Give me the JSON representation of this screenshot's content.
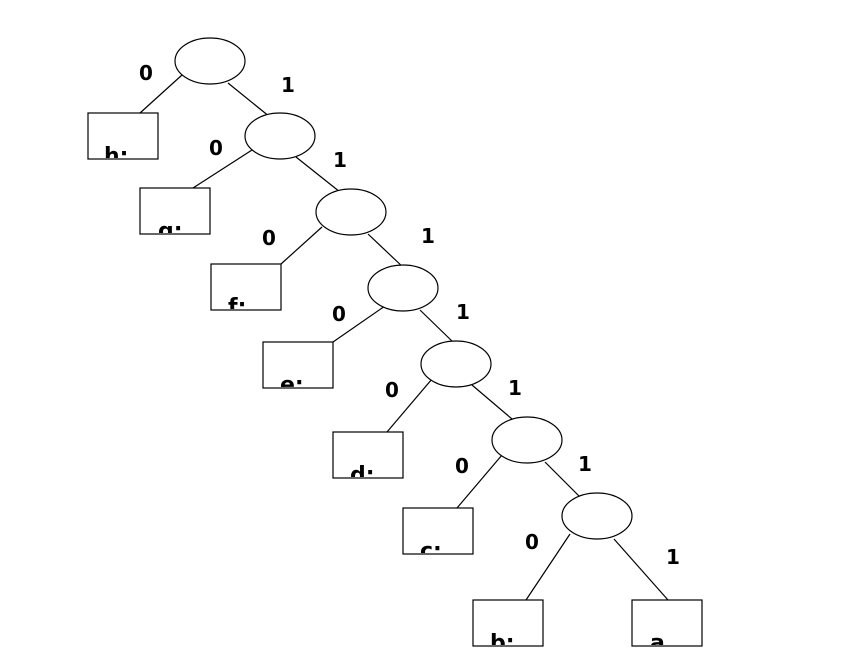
{
  "tree": {
    "internal_nodes": 7,
    "edge_labels": [
      {
        "left": "0",
        "right": "1"
      },
      {
        "left": "0",
        "right": "1"
      },
      {
        "left": "0",
        "right": "1"
      },
      {
        "left": "0",
        "right": "1"
      },
      {
        "left": "0",
        "right": "1"
      },
      {
        "left": "0",
        "right": "1"
      },
      {
        "left": "0",
        "right": "1"
      }
    ],
    "leaves": [
      "h:",
      "g:",
      "f:",
      "e:",
      "d:",
      "c:",
      "b:",
      "a"
    ]
  }
}
